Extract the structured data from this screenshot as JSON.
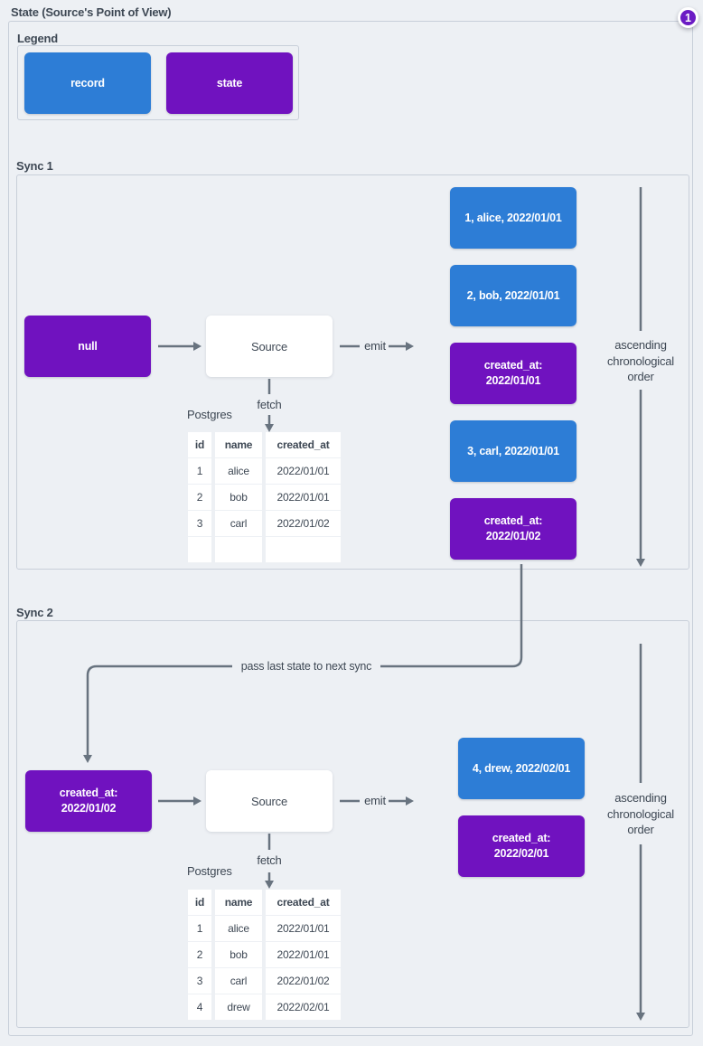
{
  "page": {
    "title": "State (Source's Point of View)",
    "badge": "1"
  },
  "colors": {
    "record_blue": "#2d7dd6",
    "state_purple": "#7012bf",
    "badge_purple": "#6c1cc4",
    "arrow_gray": "#68737f",
    "background": "#edf0f4",
    "frame_border": "#c8cfd9",
    "text_dark": "#3e4854",
    "cell_white": "#ffffff"
  },
  "legend": {
    "label": "Legend",
    "record_label": "record",
    "state_label": "state"
  },
  "sync1": {
    "label": "Sync 1",
    "initial_state_lines": [
      "null"
    ],
    "source_label": "Source",
    "emit_label": "emit",
    "fetch_label": "fetch",
    "db_label": "Postgres",
    "table": {
      "headers": [
        "id",
        "name",
        "created_at"
      ],
      "rows": [
        [
          "1",
          "alice",
          "2022/01/01"
        ],
        [
          "2",
          "bob",
          "2022/01/01"
        ],
        [
          "3",
          "carl",
          "2022/01/02"
        ],
        [
          "",
          "",
          ""
        ]
      ]
    },
    "messages": [
      {
        "type": "record",
        "lines": [
          "1, alice, 2022/01/01"
        ]
      },
      {
        "type": "record",
        "lines": [
          "2, bob, 2022/01/01"
        ]
      },
      {
        "type": "state",
        "lines": [
          "created_at:",
          "2022/01/01"
        ]
      },
      {
        "type": "record",
        "lines": [
          "3, carl, 2022/01/01"
        ]
      },
      {
        "type": "state",
        "lines": [
          "created_at:",
          "2022/01/02"
        ]
      }
    ],
    "order_lines": [
      "ascending",
      "chronological",
      "order"
    ]
  },
  "connector": {
    "label": "pass last state to next sync"
  },
  "sync2": {
    "label": "Sync 2",
    "initial_state_lines": [
      "created_at:",
      "2022/01/02"
    ],
    "source_label": "Source",
    "emit_label": "emit",
    "fetch_label": "fetch",
    "db_label": "Postgres",
    "table": {
      "headers": [
        "id",
        "name",
        "created_at"
      ],
      "rows": [
        [
          "1",
          "alice",
          "2022/01/01"
        ],
        [
          "2",
          "bob",
          "2022/01/01"
        ],
        [
          "3",
          "carl",
          "2022/01/02"
        ],
        [
          "4",
          "drew",
          "2022/02/01"
        ]
      ]
    },
    "messages": [
      {
        "type": "record",
        "lines": [
          "4, drew, 2022/02/01"
        ]
      },
      {
        "type": "state",
        "lines": [
          "created_at:",
          "2022/02/01"
        ]
      }
    ],
    "order_lines": [
      "ascending",
      "chronological",
      "order"
    ]
  }
}
